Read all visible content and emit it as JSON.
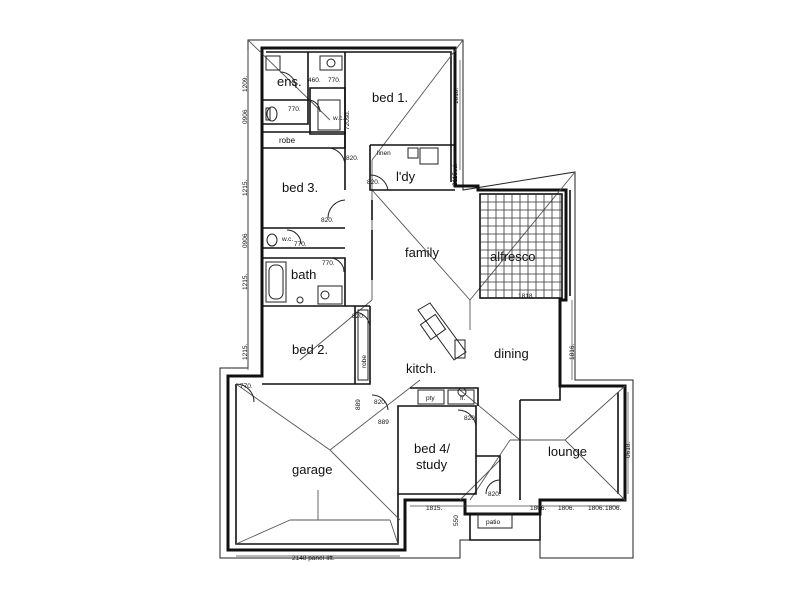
{
  "rooms": {
    "ens": "ens.",
    "bed1": "bed 1.",
    "bed3": "bed 3.",
    "bath": "bath",
    "bed2": "bed 2.",
    "family": "family",
    "alfresco": "alfresco",
    "ldy": "l'dy",
    "dining": "dining",
    "kitch": "kitch.",
    "garage": "garage",
    "bed4_line1": "bed 4/",
    "bed4_line2": "study",
    "lounge": "lounge",
    "patio": "patio"
  },
  "fixtures": {
    "robe": "robe",
    "robe2": "robe",
    "linen": "linen",
    "pty": "pty",
    "fr": "fr.",
    "wc": "w.c.",
    "wc2": "w.c."
  },
  "dimensions": {
    "d460": "460.",
    "d770a": "770.",
    "d770b": "770.",
    "d720sd": "720sd.",
    "d820a": "820.",
    "d820b": "820.",
    "d820c": "820.",
    "d770c": "770.",
    "d770d": "770.",
    "d820d": "820.",
    "d770e": "770.",
    "d889a": "889",
    "d889b": "889",
    "d820e": "820.",
    "d820f": "820.",
    "d820g": "820.",
    "d1815": "1815.",
    "d1806a": "1806.",
    "d1806b": "1806.",
    "d1806c": "1806.",
    "d1806d": "1806.",
    "d1818a": "1818.",
    "d1818b": "1818.",
    "d0906a": "0906",
    "d1209": "1209.",
    "d1215a": "1215.",
    "d0906b": "0906",
    "d1215b": "1215.",
    "d1215c": "1215.",
    "d1816": "1816.",
    "d0618": "0618.",
    "d2115sd": "2115sd.",
    "d550": "550",
    "garage_door": "2148 panel-lift."
  }
}
